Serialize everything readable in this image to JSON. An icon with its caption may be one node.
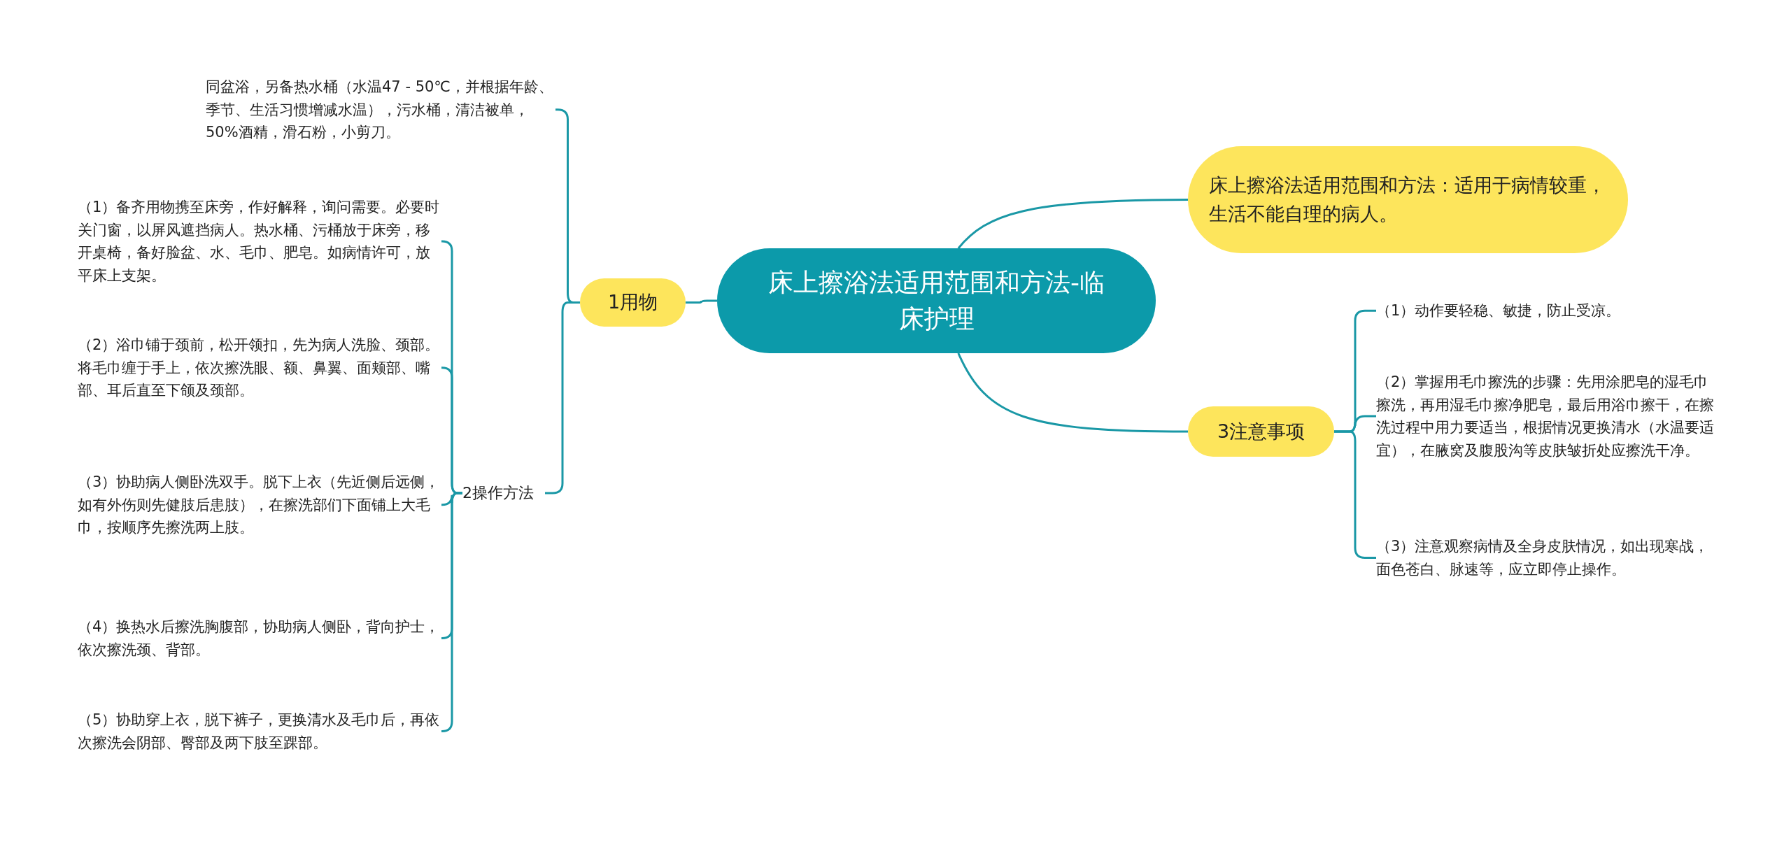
{
  "diagram": {
    "nodes": [
      {
        "text": [
          "床上擦浴法适用范围和方法-临床护理"
        ]
      },
      {
        "text": [
          "1用物"
        ]
      },
      {
        "text": [
          "同盆浴，另备热水桶（水温47 - 50℃，并根据年龄、季节、生活习惯增减水温），污水桶，清洁被单，50%酒精，滑石粉，小剪刀。"
        ]
      },
      {
        "text": [
          "2操作方法"
        ]
      },
      {
        "text": [
          "（1）备齐用物携至床旁，作好解释，询问需要。必要时关门窗，以屏风遮挡病人。热水桶、污桶放于床旁，移开桌椅，备好脸盆、水、毛巾、肥皂。如病情许可，放平床上支架。"
        ]
      },
      {
        "text": [
          "（2）浴巾铺于颈前，松开领扣，先为病人洗脸、颈部。将毛巾缠于手上，依次擦洗眼、额、鼻翼、面颊部、嘴部、耳后直至下颌及颈部。"
        ]
      },
      {
        "text": [
          "（3）协助病人侧卧洗双手。脱下上衣（先近侧后远侧，如有外伤则先健肢后患肢），在擦洗部们下面铺上大毛巾，按顺序先擦洗两上肢。"
        ]
      },
      {
        "text": [
          "（4）换热水后擦洗胸腹部，协助病人侧卧，背向护士，依次擦洗颈、背部。"
        ]
      },
      {
        "text": [
          "（5）协助穿上衣，脱下裤子，更换清水及毛巾后，再依次擦洗会阴部、臀部及两下肢至踝部。"
        ]
      },
      {
        "text": [
          "床上擦浴法适用范围和方法：适用于病情较重，生活不能自理的病人。"
        ]
      },
      {
        "text": [
          "3注意事项"
        ]
      },
      {
        "text": [
          "（1）动作要轻稳、敏捷，防止受凉。"
        ]
      },
      {
        "text": [
          "（2）掌握用毛巾擦洗的步骤：先用涂肥皂的湿毛巾擦洗，再用湿毛巾擦净肥皂，最后用浴巾擦干，在擦洗过程中用力要适当，根据情况更换清水（水温要适宜），在腋窝及腹股沟等皮肤皱折处应擦洗干净。"
        ]
      },
      {
        "text": [
          "（3）注意观察病情及全身皮肤情况，如出现寒战，面色苍白、脉速等，应立即停止操作。"
        ]
      }
    ],
    "edges": [
      {
        "from": 0,
        "to": 1,
        "arrow": "none"
      },
      {
        "from": 1,
        "to": 2,
        "arrow": "none"
      },
      {
        "from": 1,
        "to": 3,
        "arrow": "none"
      },
      {
        "from": 3,
        "to": 4,
        "arrow": "none"
      },
      {
        "from": 3,
        "to": 5,
        "arrow": "none"
      },
      {
        "from": 3,
        "to": 6,
        "arrow": "none"
      },
      {
        "from": 3,
        "to": 7,
        "arrow": "none"
      },
      {
        "from": 3,
        "to": 8,
        "arrow": "none"
      },
      {
        "from": 0,
        "to": 9,
        "arrow": "none"
      },
      {
        "from": 0,
        "to": 10,
        "arrow": "none"
      },
      {
        "from": 10,
        "to": 11,
        "arrow": "none"
      },
      {
        "from": 10,
        "to": 12,
        "arrow": "none"
      },
      {
        "from": 10,
        "to": 13,
        "arrow": "none"
      }
    ]
  }
}
